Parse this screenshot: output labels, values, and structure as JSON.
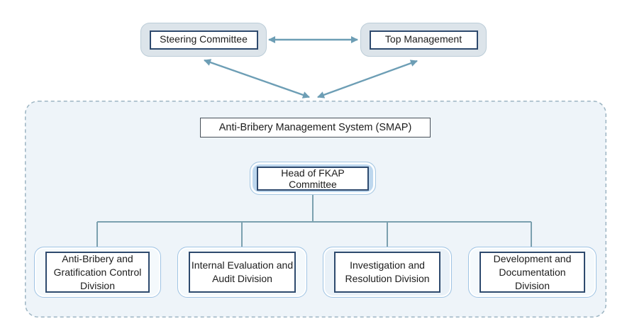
{
  "theme": {
    "canvas-bg": "#ffffff",
    "arrow-color": "#6d9eb5",
    "tree-line-color": "#7ba0af",
    "node-border-dark": "#2e4a6e",
    "smap-border": "#474f58",
    "top-node-fill": "#dce4ea",
    "top-node-border": "#bccdd8",
    "head-node-fill": "#bdd7ee",
    "head-node-border": "#a6c7e2",
    "division-fill": "#f4f9fc",
    "division-fill-alt": "#e9f1f8",
    "division-border": "#a0c4e4",
    "container-fill": "#eef4f9",
    "container-border": "#9db5c3",
    "text-color": "#1c1c1c"
  },
  "nodes": {
    "steering_committee": {
      "label": "Steering Committee"
    },
    "top_management": {
      "label": "Top Management"
    },
    "smap_system": {
      "label": "Anti-Bribery Management System (SMAP)"
    },
    "head_fkap": {
      "label": "Head of FKAP Committee",
      "lines": [
        "Head of FKAP",
        "Committee"
      ]
    },
    "divisions": [
      {
        "label": "Anti-Bribery and Gratification Control Division",
        "lines": [
          "Anti-Bribery and",
          "Gratification Control",
          "Division"
        ]
      },
      {
        "label": "Internal Evaluation and Audit Division",
        "lines": [
          "Internal Evaluation and",
          "Audit Division"
        ]
      },
      {
        "label": "Investigation and Resolution Division",
        "lines": [
          "Investigation and",
          "Resolution Division"
        ]
      },
      {
        "label": "Development and Documentation Division",
        "lines": [
          "Development and",
          "Documentation",
          "Division"
        ]
      }
    ]
  },
  "connectors": {
    "top_double_arrow": "Steering Committee <-> Top Management",
    "left_v_arrow": "Steering Committee <-> SMAP container",
    "right_v_arrow": "Top Management <-> SMAP container",
    "tree": "Head of FKAP Committee -> four divisions"
  }
}
